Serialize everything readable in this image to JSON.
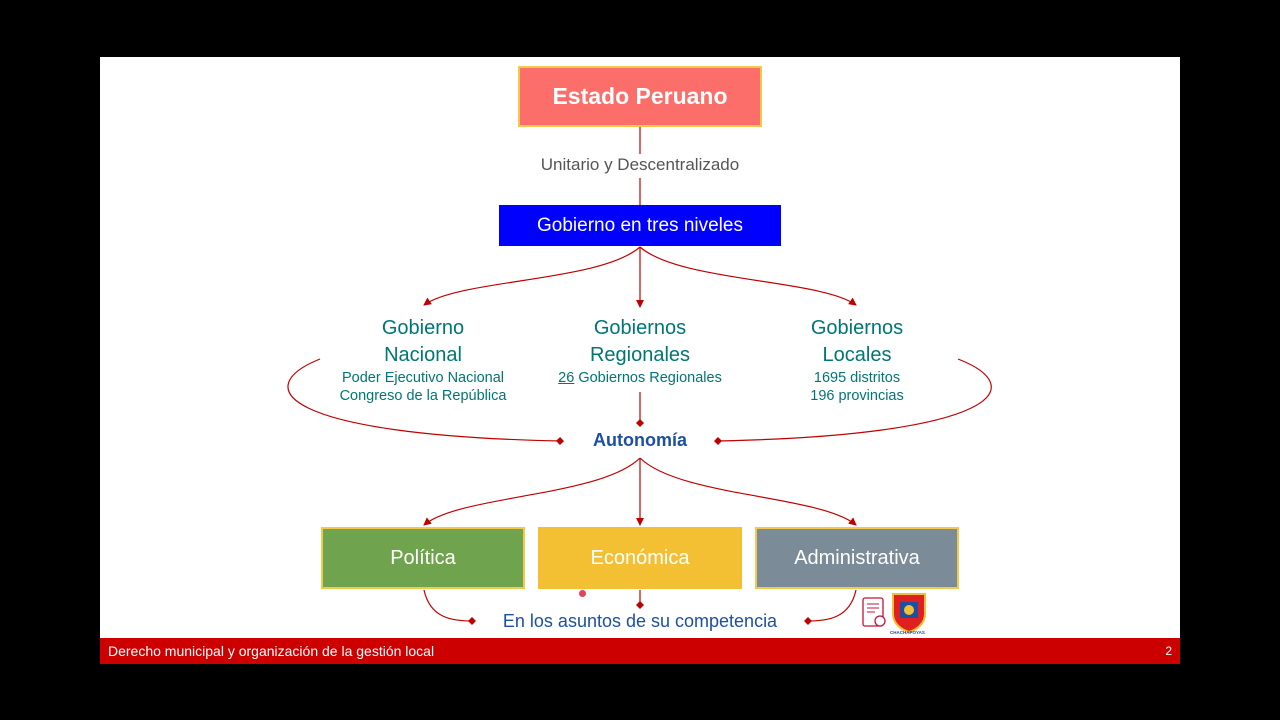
{
  "root": "Estado Peruano",
  "subtitle": "Unitario y Descentralizado",
  "levels_title": "Gobierno en tres niveles",
  "levels": [
    {
      "name_line1": "Gobierno",
      "name_line2": "Nacional",
      "detail1": "Poder Ejecutivo Nacional",
      "detail2": "Congreso de la República"
    },
    {
      "name_line1": "Gobiernos",
      "name_line2": "Regionales",
      "detail_link": "26",
      "detail1_rest": " Gobiernos Regionales"
    },
    {
      "name_line1": "Gobiernos",
      "name_line2": "Locales",
      "detail1": "1695 distritos",
      "detail2": "196 provincias"
    }
  ],
  "autonomy": "Autonomía",
  "dimensions": [
    "Política",
    "Económica",
    "Administrativa"
  ],
  "scope": "En los asuntos de su competencia",
  "footer": {
    "title": "Derecho municipal y organización de la gestión local",
    "page": "2"
  },
  "logo_caption": "CHACHAPOYAS",
  "icons": {
    "document": "document-stamp-icon",
    "crest": "municipal-crest-logo"
  },
  "colors": {
    "root_fill": "#fb6e6a",
    "levels_fill": "#0000ff",
    "level_text": "#007575",
    "politica": "#6fa34d",
    "economica": "#f3c033",
    "administrativa": "#7b8b98",
    "connector": "#c00000",
    "footer": "#cc0000"
  }
}
